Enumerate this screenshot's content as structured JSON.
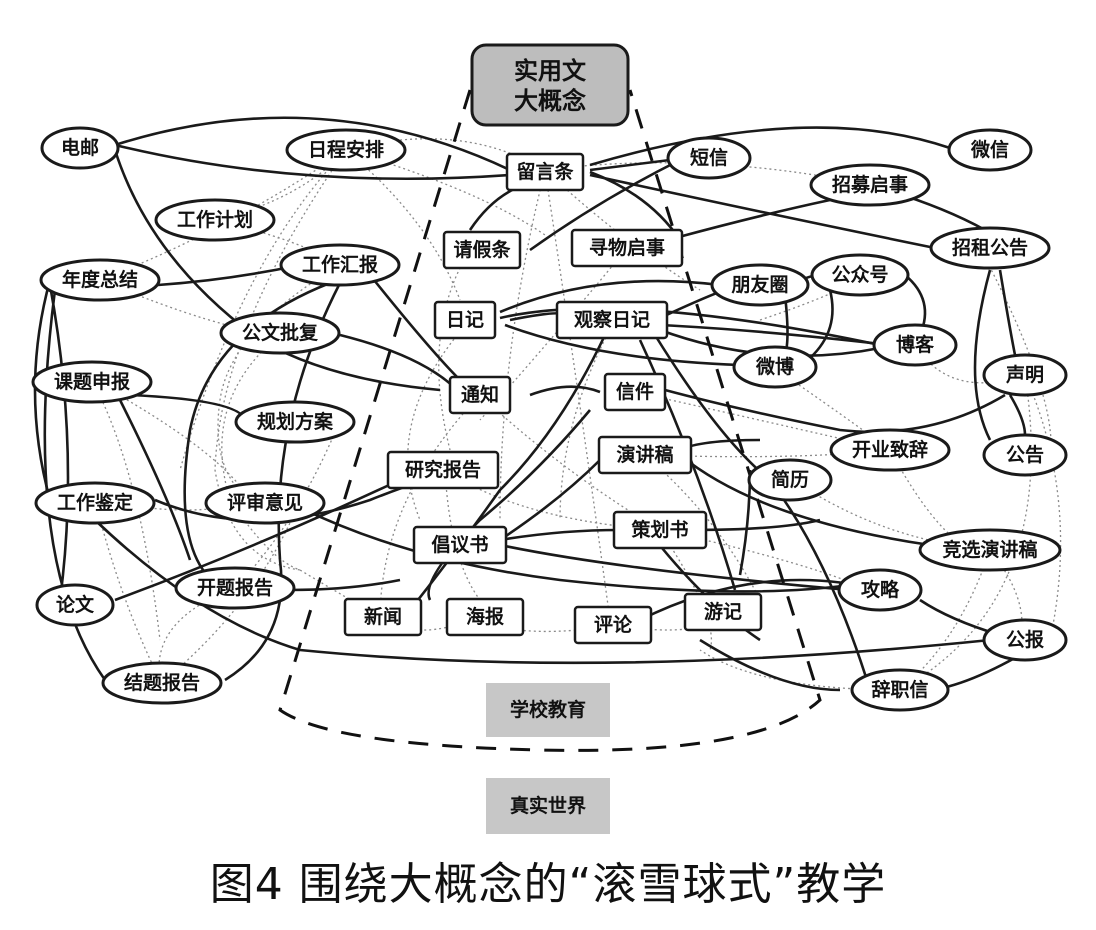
{
  "diagram": {
    "top_concept": "实用文\n大概念",
    "inner_region_label": "学校教育",
    "outer_region_label": "真实世界",
    "caption": "图4 围绕大概念的“滚雪球式”教学",
    "nodes": [
      {
        "id": "youjian",
        "label": "电邮",
        "shape": "ellipse"
      },
      {
        "id": "richeng",
        "label": "日程安排",
        "shape": "ellipse"
      },
      {
        "id": "gongzuojihua",
        "label": "工作计划",
        "shape": "ellipse"
      },
      {
        "id": "niandu",
        "label": "年度总结",
        "shape": "ellipse"
      },
      {
        "id": "gongzuohuibao",
        "label": "工作汇报",
        "shape": "ellipse"
      },
      {
        "id": "gongwen",
        "label": "公文批复",
        "shape": "ellipse"
      },
      {
        "id": "keti",
        "label": "课题申报",
        "shape": "ellipse"
      },
      {
        "id": "guihua",
        "label": "规划方案",
        "shape": "ellipse"
      },
      {
        "id": "jianding",
        "label": "工作鉴定",
        "shape": "ellipse"
      },
      {
        "id": "pingshen",
        "label": "评审意见",
        "shape": "ellipse"
      },
      {
        "id": "lunwen",
        "label": "论文",
        "shape": "ellipse"
      },
      {
        "id": "kaiti",
        "label": "开题报告",
        "shape": "ellipse"
      },
      {
        "id": "jieti",
        "label": "结题报告",
        "shape": "ellipse"
      },
      {
        "id": "liuyan",
        "label": "留言条",
        "shape": "box"
      },
      {
        "id": "qingjia",
        "label": "请假条",
        "shape": "box"
      },
      {
        "id": "xunwu",
        "label": "寻物启事",
        "shape": "box"
      },
      {
        "id": "riji",
        "label": "日记",
        "shape": "box"
      },
      {
        "id": "guancha",
        "label": "观察日记",
        "shape": "box"
      },
      {
        "id": "tongzhi",
        "label": "通知",
        "shape": "box"
      },
      {
        "id": "xinjian",
        "label": "信件",
        "shape": "box"
      },
      {
        "id": "yanjiang",
        "label": "演讲稿",
        "shape": "box"
      },
      {
        "id": "yanjiu",
        "label": "研究报告",
        "shape": "box"
      },
      {
        "id": "changyi",
        "label": "倡议书",
        "shape": "box"
      },
      {
        "id": "cehua",
        "label": "策划书",
        "shape": "box"
      },
      {
        "id": "xinwen",
        "label": "新闻",
        "shape": "box"
      },
      {
        "id": "haibao",
        "label": "海报",
        "shape": "box"
      },
      {
        "id": "pinglun",
        "label": "评论",
        "shape": "box"
      },
      {
        "id": "youji",
        "label": "游记",
        "shape": "box"
      },
      {
        "id": "duanxin",
        "label": "短信",
        "shape": "ellipse"
      },
      {
        "id": "weixin",
        "label": "微信",
        "shape": "ellipse"
      },
      {
        "id": "zhaomu",
        "label": "招募启事",
        "shape": "ellipse"
      },
      {
        "id": "zhaozu",
        "label": "招租公告",
        "shape": "ellipse"
      },
      {
        "id": "pengyouquan",
        "label": "朋友圈",
        "shape": "ellipse"
      },
      {
        "id": "gongzhonghao",
        "label": "公众号",
        "shape": "ellipse"
      },
      {
        "id": "weibo",
        "label": "微博",
        "shape": "ellipse"
      },
      {
        "id": "boke",
        "label": "博客",
        "shape": "ellipse"
      },
      {
        "id": "shengming",
        "label": "声明",
        "shape": "ellipse"
      },
      {
        "id": "kaiye",
        "label": "开业致辞",
        "shape": "ellipse"
      },
      {
        "id": "gonggao",
        "label": "公告",
        "shape": "ellipse"
      },
      {
        "id": "jianli",
        "label": "简历",
        "shape": "ellipse"
      },
      {
        "id": "jingxuan",
        "label": "竞选演讲稿",
        "shape": "ellipse"
      },
      {
        "id": "gonglue",
        "label": "攻略",
        "shape": "ellipse"
      },
      {
        "id": "gongbao",
        "label": "公报",
        "shape": "ellipse"
      },
      {
        "id": "cizhi",
        "label": "辞职信",
        "shape": "ellipse"
      }
    ]
  }
}
